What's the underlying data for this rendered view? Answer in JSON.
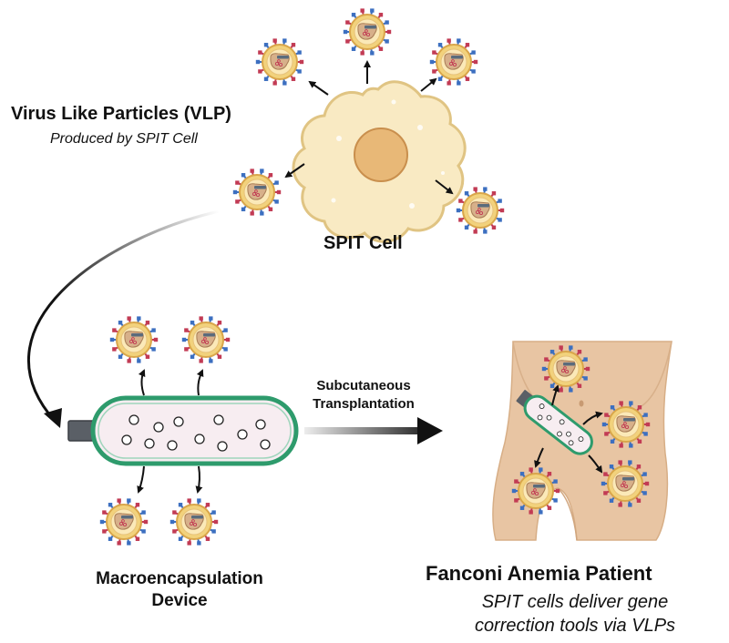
{
  "labels": {
    "vlp_title": "Virus Like Particles (VLP)",
    "vlp_subtitle": "Produced by SPIT Cell",
    "spit_cell": "SPIT Cell",
    "transplant_line1": "Subcutaneous",
    "transplant_line2": "Transplantation",
    "device_line1": "Macroencapsulation",
    "device_line2": "Device",
    "patient_title": "Fanconi Anemia Patient",
    "patient_line1": "SPIT cells deliver gene",
    "patient_line2": "correction tools via VLPs"
  },
  "colors": {
    "cell_fill": "#f9eac3",
    "cell_stroke": "#e0c483",
    "nucleus_fill": "#e8b877",
    "nucleus_stroke": "#c98f4d",
    "vlp_shell": "#f2d27c",
    "vlp_core": "#d7b08a",
    "spike_red": "#c23b54",
    "spike_blue": "#3c6fc0",
    "device_stroke": "#2e9b6c",
    "device_fill": "#f7edf1",
    "skin": "#e8c5a3",
    "arrow": "#111111"
  },
  "icons": [
    "spit-cell-icon",
    "vlp-icon",
    "macroencapsulation-device-icon",
    "patient-torso-icon",
    "arrow-icon"
  ]
}
